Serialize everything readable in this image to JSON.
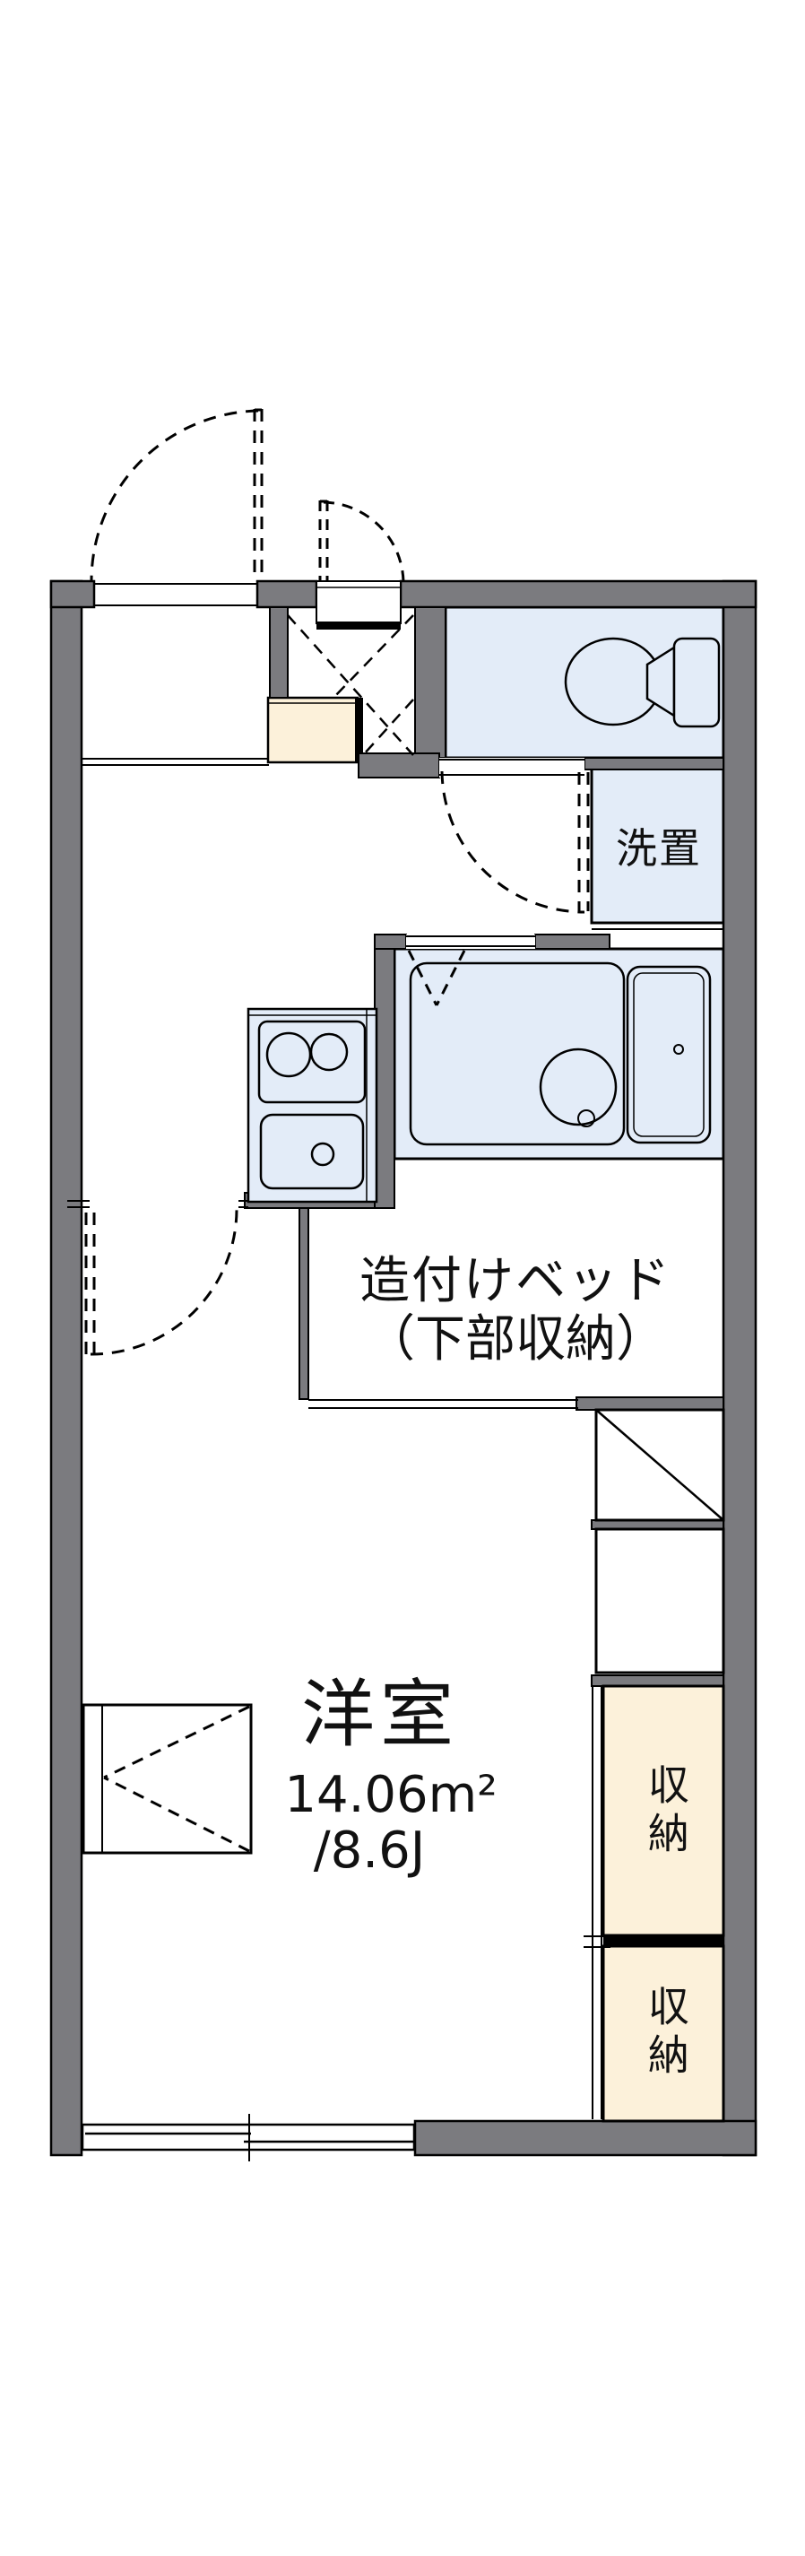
{
  "floor_plan": {
    "western_room": {
      "name": "洋室",
      "area_sqm": "14.06m²",
      "area_tatami": "/8.6J"
    },
    "built_in_bed": {
      "line1": "造付けベッド",
      "line2": "（下部収納）"
    },
    "washer_space_label": "洗置",
    "storage_top_label": "収納",
    "storage_bottom_label": "収納",
    "colors": {
      "wall": "#7b7b7f",
      "wet_area_fill": "#e3ecf8",
      "storage_fill": "#fcf1da",
      "line": "#000000"
    }
  }
}
